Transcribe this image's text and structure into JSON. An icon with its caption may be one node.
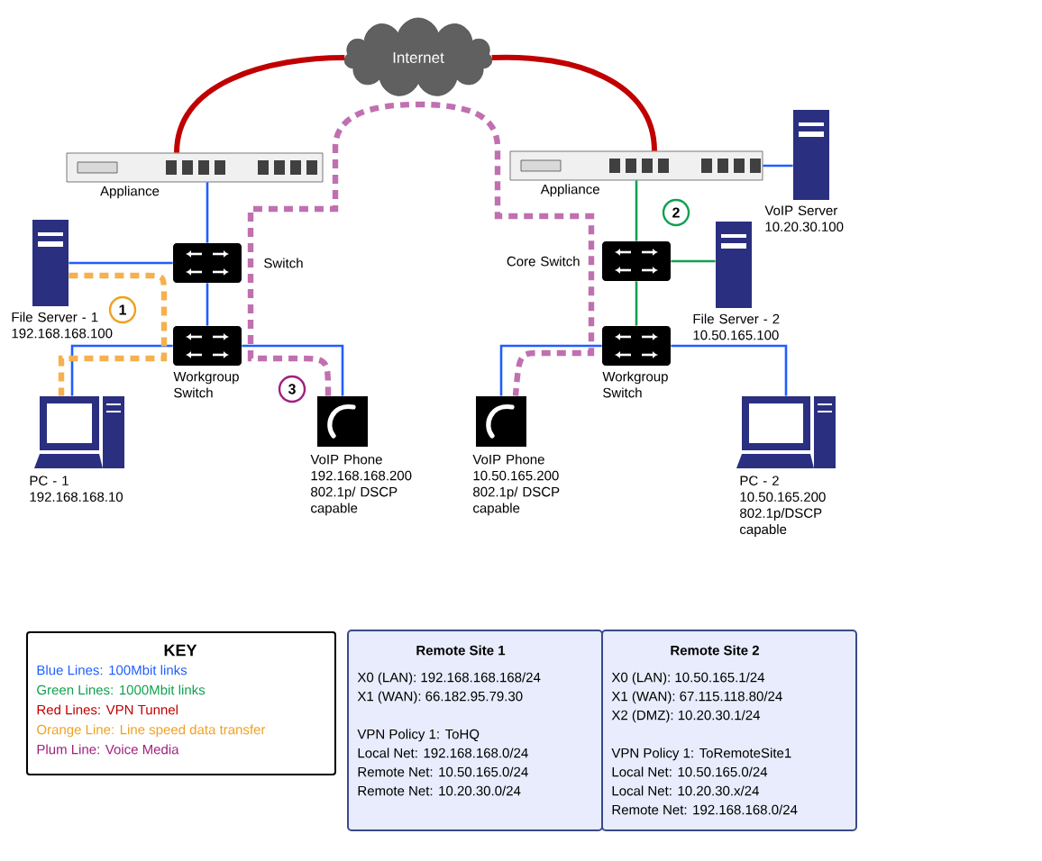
{
  "diagram": {
    "nodes": [
      {
        "text": [
          "Internet"
        ]
      },
      {
        "text": [
          "Appliance"
        ]
      },
      {
        "text": [
          "Switch"
        ]
      },
      {
        "text": [
          "File Server - 1",
          "192.168.168.100"
        ]
      },
      {
        "text": [
          "Workgroup Switch"
        ]
      },
      {
        "text": [
          "PC - 1",
          "192.168.168.10"
        ]
      },
      {
        "text": [
          "VoIP Phone",
          "192.168.168.200 802.1p/ DSCP capable"
        ]
      },
      {
        "text": [
          "Appliance"
        ]
      },
      {
        "text": [
          "VoIP Server",
          "10.20.30.100"
        ]
      },
      {
        "text": [
          "Core Switch"
        ]
      },
      {
        "text": [
          "File Server - 2",
          "10.50.165.100"
        ]
      },
      {
        "text": [
          "Workgroup Switch"
        ]
      },
      {
        "text": [
          "VoIP Phone",
          "10.50.165.200 802.1p/ DSCP capable"
        ]
      },
      {
        "text": [
          "PC - 2",
          "10.50.165.200 802.1p/DSCP capable"
        ]
      },
      {
        "text": [
          "Remote Site 1",
          "X0 (LAN): 192.168.168.168/24",
          "X1 (WAN): 66.182.95.79.30",
          "VPN Policy 1: ToHQ",
          "Local Net: 192.168.168.0/24",
          "Remote Net: 10.50.165.0/24",
          "Remote Net: 10.20.30.0/24"
        ]
      },
      {
        "text": [
          "Remote Site 2",
          "X0 (LAN): 10.50.165.1/24",
          "X1 (WAN): 67.115.118.80/24",
          "X2 (DMZ): 10.20.30.1/24",
          "VPN Policy 1: ToRemoteSite1",
          "Local Net: 10.50.165.0/24",
          "Local Net: 10.20.30.x/24",
          "Remote Net: 192.168.168.0/24"
        ]
      }
    ],
    "edges": [
      {
        "from": 1,
        "to": 0,
        "arrow": "none",
        "style": "thick",
        "color": "#c00000"
      },
      {
        "from": 0,
        "to": 7,
        "arrow": "none",
        "style": "thick",
        "color": "#c00000"
      },
      {
        "from": 1,
        "to": 2,
        "arrow": "none"
      },
      {
        "from": 3,
        "to": 2,
        "arrow": "none"
      },
      {
        "from": 2,
        "to": 4,
        "arrow": "none"
      },
      {
        "from": 4,
        "to": 5,
        "arrow": "none"
      },
      {
        "from": 4,
        "to": 6,
        "arrow": "none"
      },
      {
        "from": 7,
        "to": 8,
        "arrow": "none"
      },
      {
        "from": 7,
        "to": 9,
        "arrow": "none",
        "color": "#10a050"
      },
      {
        "from": 9,
        "to": 10,
        "arrow": "none",
        "color": "#10a050"
      },
      {
        "from": 9,
        "to": 11,
        "arrow": "none",
        "color": "#10a050"
      },
      {
        "from": 11,
        "to": 12,
        "arrow": "none"
      },
      {
        "from": 11,
        "to": 13,
        "arrow": "none"
      },
      {
        "from": 3,
        "to": 5,
        "arrow": "none",
        "style": "dashed",
        "color": "#f5b050"
      },
      {
        "from": 6,
        "to": 12,
        "arrow": "none",
        "style": "dashed",
        "color": "#c070b0"
      }
    ],
    "labels": [
      "1",
      "2",
      "3",
      "KEY"
    ],
    "legend": [
      {
        "text": "Blue Lines: 100Mbit links",
        "color": "#1f5fff"
      },
      {
        "text": "Green Lines: 1000Mbit links",
        "color": "#10a050"
      },
      {
        "text": "Red Lines: VPN Tunnel",
        "color": "#c00000"
      },
      {
        "text": "Orange Line: Line speed data transfer",
        "color": "#f0a020"
      },
      {
        "text": "Plum Line: Voice Media",
        "color": "#a02080"
      }
    ]
  }
}
